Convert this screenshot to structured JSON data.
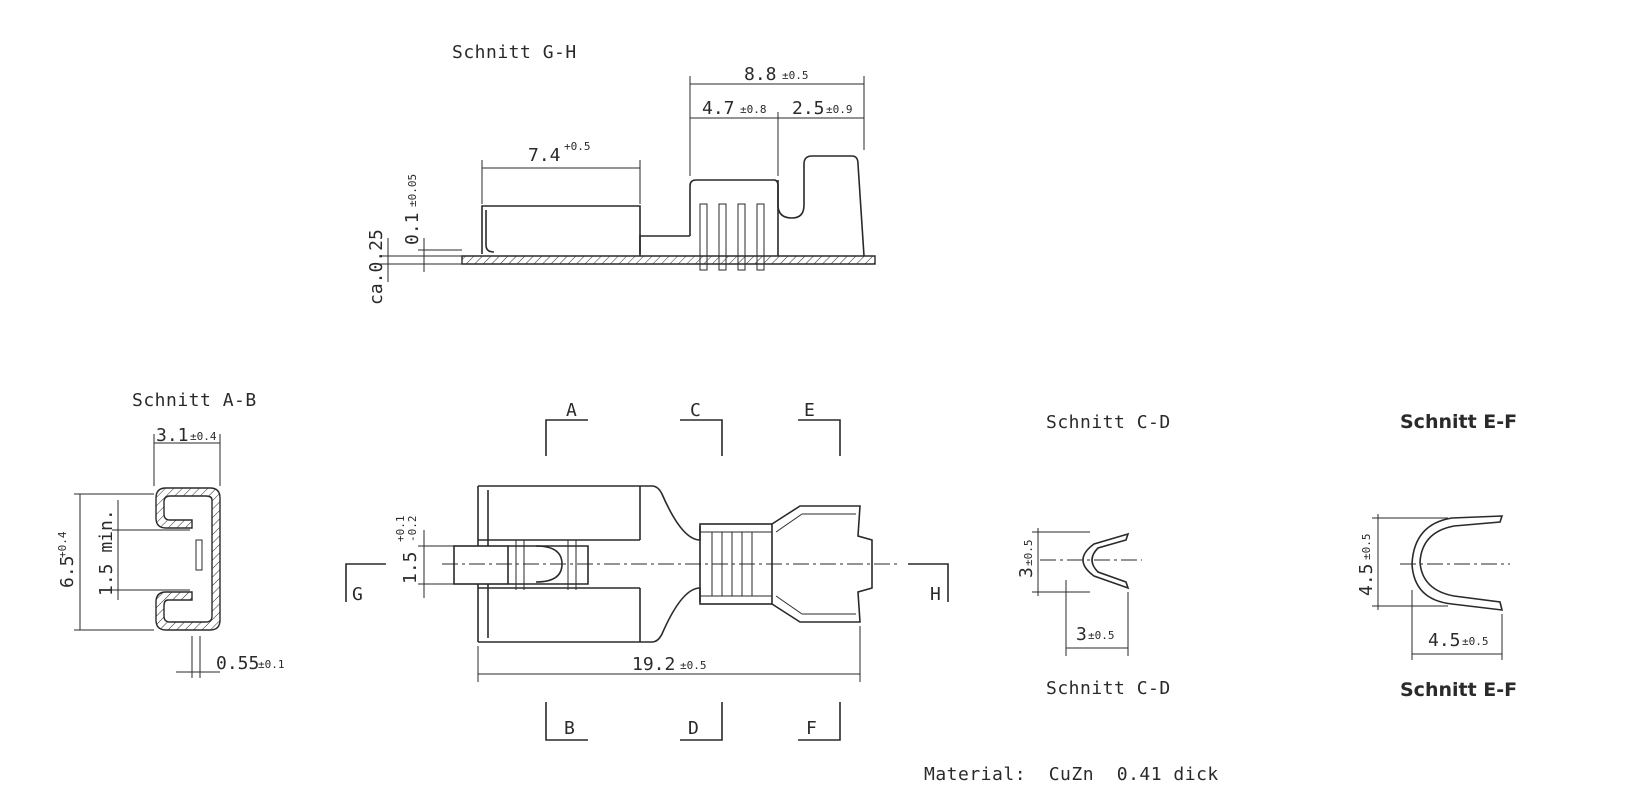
{
  "section_labels": {
    "gh": "Schnitt G-H",
    "ab": "Schnitt A-B",
    "cd_top": "Schnitt C-D",
    "cd_bottom": "Schnitt C-D",
    "ef_top": "Schnitt E-F",
    "ef_bottom": "Schnitt E-F"
  },
  "cut_markers": [
    "A",
    "B",
    "C",
    "D",
    "E",
    "F",
    "G",
    "H"
  ],
  "dimensions": {
    "overall_top": {
      "value": "8.8",
      "tol": "±0.5"
    },
    "crimp_a": {
      "value": "4.7",
      "tol": "±0.8"
    },
    "crimp_b": {
      "value": "2.5",
      "tol": "±0.9"
    },
    "contact": {
      "value": "7.4",
      "tol": "+0.5"
    },
    "thickness_side": {
      "value": "0.1",
      "tol": "±0.05"
    },
    "thickness_ca": "ca.0.25",
    "ab_width": {
      "value": "3.1",
      "tol": "±0.4"
    },
    "ab_height": {
      "value": "6.5",
      "tol": "+0.4"
    },
    "ab_gap": "1.5 min.",
    "ab_wall": {
      "value": "0.55",
      "tol": "±0.1"
    },
    "main_height": {
      "value": "1.5",
      "tol_up": "+0.1",
      "tol_down": "-0.2"
    },
    "main_length": {
      "value": "19.2",
      "tol": "±0.5"
    },
    "cd_h": {
      "value": "3",
      "tol": "±0.5"
    },
    "cd_w": {
      "value": "3",
      "tol": "±0.5"
    },
    "ef_h": {
      "value": "4.5",
      "tol": "±0.5"
    },
    "ef_w": {
      "value": "4.5",
      "tol": "±0.5"
    }
  },
  "material": "Material:  CuZn  0.41 dick"
}
